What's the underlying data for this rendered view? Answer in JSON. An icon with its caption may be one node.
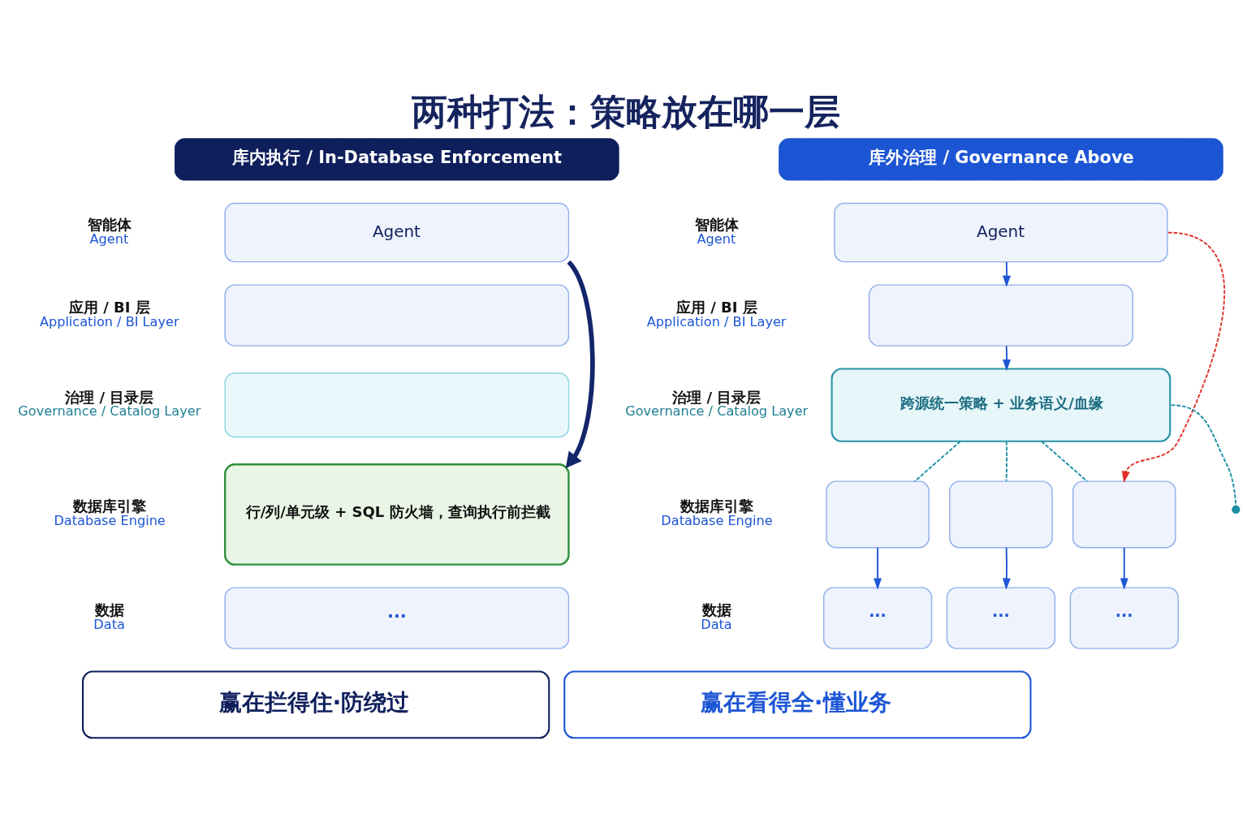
{
  "diagram": {
    "title": "两种打法：策略放在哪一层",
    "nodes": [
      {
        "text": [
          "库内执行 / In-Database Enforcement"
        ]
      },
      {
        "text": [
          "库外治理 / Governance Above"
        ]
      },
      {
        "text": [
          "Agent"
        ]
      },
      {
        "text": [],
        "shape": "box"
      },
      {
        "text": [],
        "shape": "box"
      },
      {
        "text": [
          "行/列/单元级 + SQL 防火墙，查询执行前拦截"
        ]
      },
      {
        "text": [
          "···"
        ]
      },
      {
        "text": [
          "赢在拦得住·防绕过"
        ]
      },
      {
        "text": [
          "Agent"
        ]
      },
      {
        "text": [],
        "shape": "box"
      },
      {
        "text": [
          "跨源统一策略 + 业务语义/血缘"
        ]
      },
      {
        "text": [],
        "shape": "box"
      },
      {
        "text": [],
        "shape": "box"
      },
      {
        "text": [],
        "shape": "box"
      },
      {
        "text": [
          "···"
        ]
      },
      {
        "text": [
          "···"
        ]
      },
      {
        "text": [
          "···"
        ]
      },
      {
        "text": [
          "赢在看得全·懂业务"
        ]
      }
    ],
    "edges": [
      {
        "from": 2,
        "to": 5,
        "arrow": "to",
        "style": "thick",
        "color": "#13266b"
      },
      {
        "from": 8,
        "to": 9,
        "arrow": "to"
      },
      {
        "from": 9,
        "to": 10,
        "arrow": "to"
      },
      {
        "from": 10,
        "to": 11,
        "arrow": "none",
        "style": "dashed",
        "color": "#1a8fa6"
      },
      {
        "from": 10,
        "to": 12,
        "arrow": "none",
        "style": "dashed",
        "color": "#1a8fa6"
      },
      {
        "from": 10,
        "to": 13,
        "arrow": "none",
        "style": "dashed",
        "color": "#1a8fa6"
      },
      {
        "from": 8,
        "to": 13,
        "arrow": "to",
        "style": "dashed",
        "color": "#e0302a"
      },
      {
        "from": 10,
        "to": null,
        "arrow": "other",
        "style": "dashed",
        "color": "#1a8fa6"
      },
      {
        "from": 11,
        "to": 14,
        "arrow": "to"
      },
      {
        "from": 12,
        "to": 15,
        "arrow": "to"
      },
      {
        "from": 13,
        "to": 16,
        "arrow": "to"
      }
    ],
    "labels": [
      "智能体",
      "Agent",
      "应用 / BI 层",
      "Application / BI Layer",
      "治理 / 目录层",
      "Governance / Catalog Layer",
      "数据库引擎",
      "Database Engine",
      "数据",
      "Data",
      "智能体",
      "Agent",
      "应用 / BI 层",
      "Application / BI Layer",
      "治理 / 目录层",
      "Governance / Catalog Layer",
      "数据库引擎",
      "Database Engine",
      "数据",
      "Data"
    ]
  }
}
